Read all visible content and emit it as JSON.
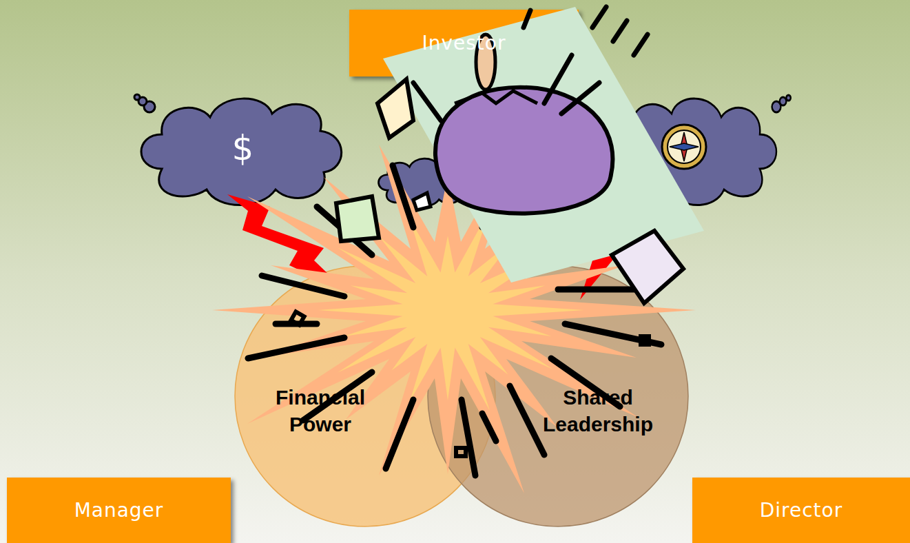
{
  "diagram": {
    "nodes": [
      {
        "text": [
          "Investor"
        ]
      },
      {
        "text": [
          "$"
        ]
      },
      {
        "text": [
          "Financial Power"
        ]
      },
      {
        "text": [
          "Shared Leadership"
        ]
      },
      {
        "text": [
          "Manager"
        ]
      },
      {
        "text": [
          "Director"
        ]
      }
    ]
  }
}
